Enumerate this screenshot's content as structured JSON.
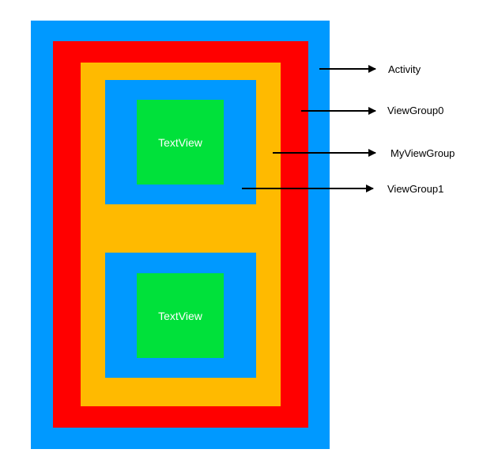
{
  "colors": {
    "activity": "#0099ff",
    "viewgroup0": "#ff0000",
    "myviewgroup": "#ffba00",
    "viewgroup1": "#0099ff",
    "textview": "#00e13a",
    "arrow": "#000000"
  },
  "boxes": {
    "textview_top_label": "TextView",
    "textview_bottom_label": "TextView"
  },
  "labels": {
    "activity": "Activity",
    "viewgroup0": "ViewGroup0",
    "myviewgroup": "MyViewGroup",
    "viewgroup1": "ViewGroup1"
  }
}
